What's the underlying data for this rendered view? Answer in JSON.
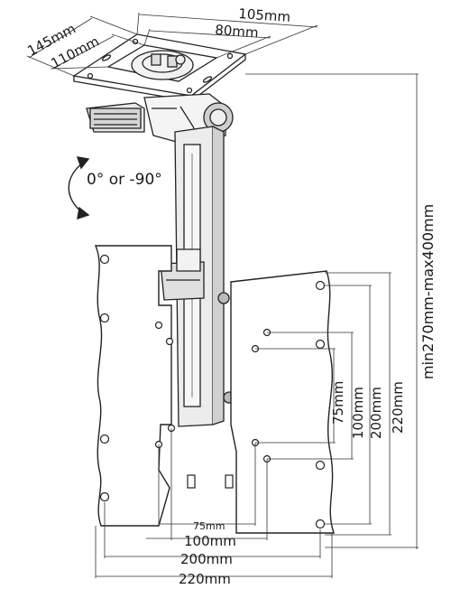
{
  "dimensions": {
    "plate_outer_width": "105mm",
    "plate_inner_width": "80mm",
    "plate_outer_depth": "145mm",
    "plate_inner_depth": "110mm",
    "tilt": "0° or -90°",
    "height_range": "min270mm-max400mm",
    "vesa_v_75": "75mm",
    "vesa_v_100": "100mm",
    "vesa_v_200": "200mm",
    "vesa_v_220": "220mm",
    "vesa_h_75": "75mm",
    "vesa_h_100": "100mm",
    "vesa_h_200": "200mm",
    "vesa_h_220": "220mm"
  }
}
